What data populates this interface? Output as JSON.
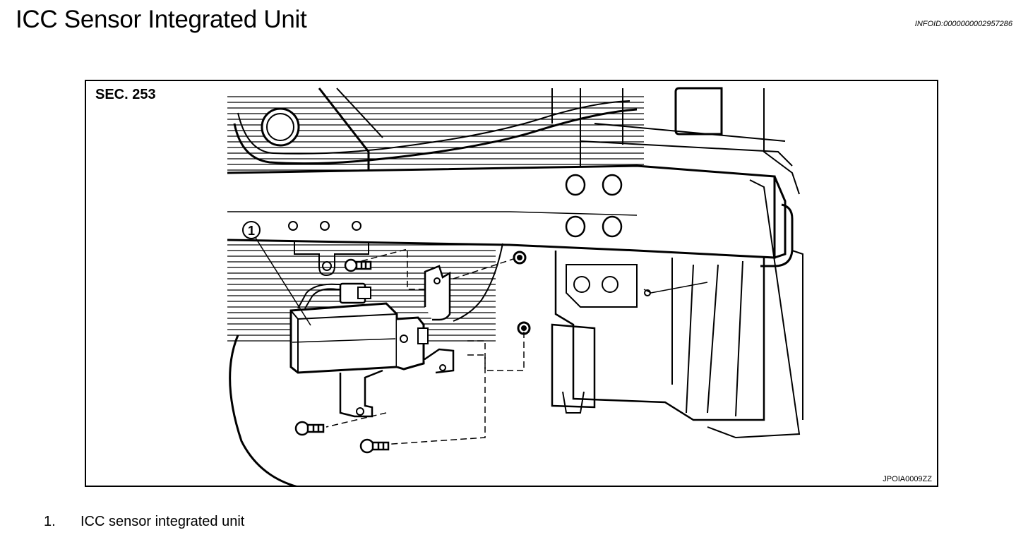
{
  "header": {
    "title": "ICC Sensor Integrated Unit",
    "info_id": "INFOID:0000000002957286"
  },
  "figure": {
    "section_label": "SEC. 253",
    "figure_code": "JPOIA0009ZZ",
    "callout_number": "1"
  },
  "legend": {
    "items": [
      {
        "number": "1.",
        "label": "ICC sensor integrated unit"
      }
    ]
  }
}
